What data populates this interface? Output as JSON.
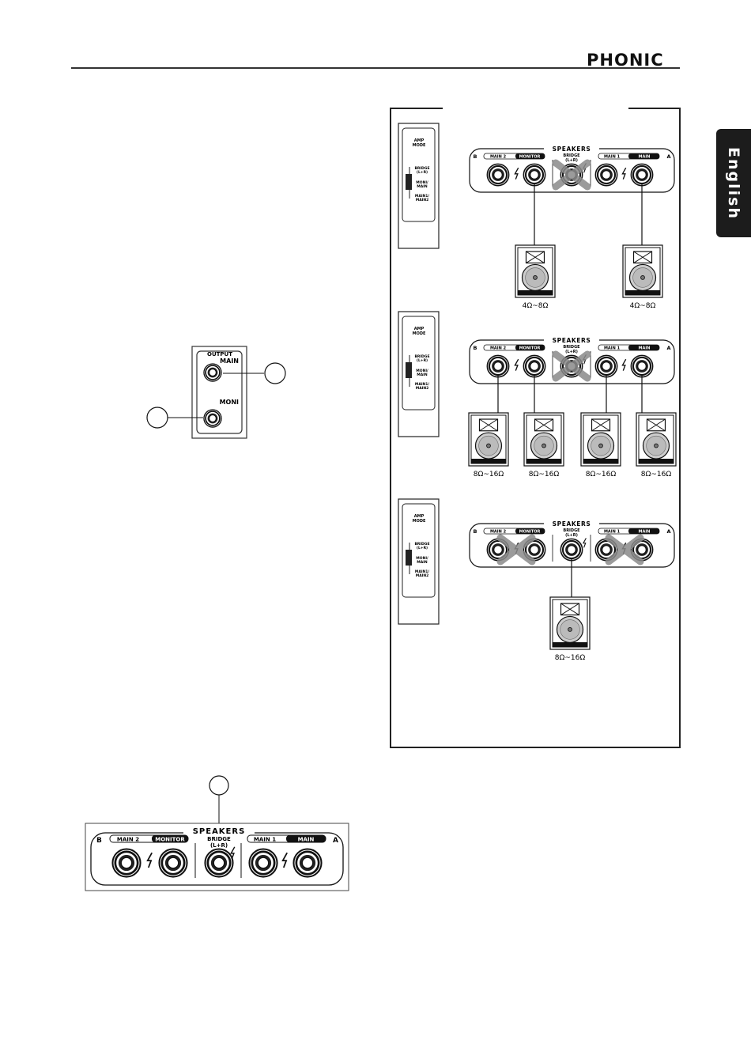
{
  "header": {
    "brand": "PHONIC"
  },
  "side_tab": {
    "label": "English"
  },
  "output_panel": {
    "title": "OUTPUT",
    "main": "MAIN",
    "moni": "MONI"
  },
  "speakers_panel": {
    "title": "SPEAKERS",
    "side_b": "B",
    "side_a": "A",
    "main2": "MAIN 2",
    "monitor": "MONITOR",
    "bridge": "BRIDGE",
    "bridge_sub": "(L+R)",
    "main1": "MAIN 1",
    "main": "MAIN"
  },
  "amp_mode": {
    "title": "AMP",
    "title2": "MODE",
    "opt_bridge": "BRIDGE",
    "opt_bridge_sub": "(L+R)",
    "opt_moni": "MONI/",
    "opt_moni_sub": "MAIN",
    "opt_main": "MAIN1/",
    "opt_main_sub": "MAIN2"
  },
  "configs": [
    {
      "loads": [
        "4Ω~8Ω",
        "4Ω~8Ω"
      ]
    },
    {
      "loads": [
        "8Ω~16Ω",
        "8Ω~16Ω",
        "8Ω~16Ω",
        "8Ω~16Ω"
      ]
    },
    {
      "loads": [
        "8Ω~16Ω"
      ]
    }
  ]
}
